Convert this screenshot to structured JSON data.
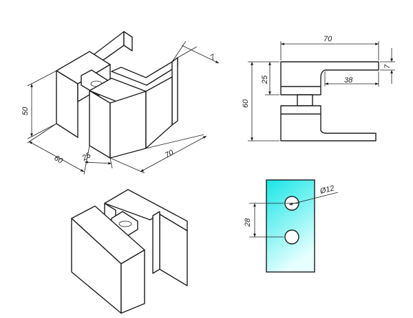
{
  "colors": {
    "glass_top": "#18e6e6",
    "glass_bottom": "#e6ffff",
    "line": "#1a1a1a"
  },
  "isometric": {
    "height": "50",
    "depth": "60",
    "gap": "25",
    "length": "70",
    "thickness": "7"
  },
  "side_view": {
    "length": "70",
    "thickness": "7",
    "offset": "38",
    "plate_height": "25",
    "total_height": "60"
  },
  "glass_view": {
    "hole_diameter": "Ø12",
    "hole_spacing": "28"
  }
}
